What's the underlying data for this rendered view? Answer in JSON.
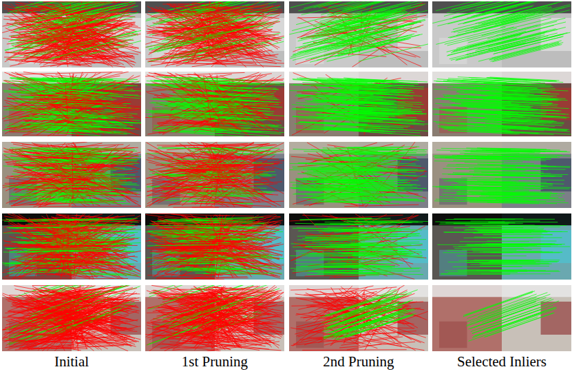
{
  "diagram": {
    "labels": [
      "Initial",
      "1st Pruning",
      "2nd Pruning",
      "Selected Inliers"
    ]
  }
}
